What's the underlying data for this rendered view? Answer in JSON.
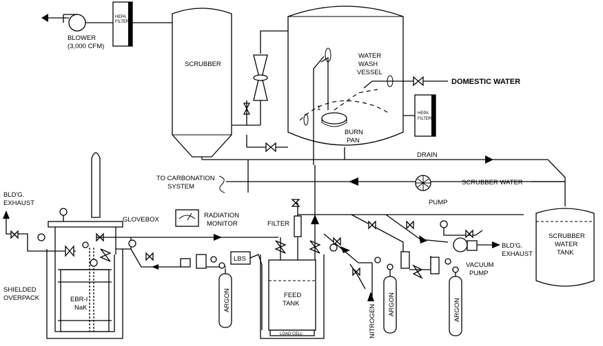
{
  "labels": {
    "blower": "BLOWER",
    "blower_cfm": "(3,000 CFM)",
    "hepa_top_1": "HEPA",
    "hepa_top_2": "FILTER",
    "scrubber": "SCRUBBER",
    "vessel_1": "WATER",
    "vessel_2": "WASH",
    "vessel_3": "VESSEL",
    "domestic_water": "DOMESTIC WATER",
    "hepa_right_1": "HEPA",
    "hepa_right_2": "FILTER",
    "burn_1": "BURN",
    "burn_2": "PAN",
    "drain": "DRAIN",
    "carbonation_1": "TO CARBONATION",
    "carbonation_2": "SYSTEM",
    "scrubber_water": "SCRUBBER WATER",
    "pump": "PUMP",
    "exhaust_left_1": "BLD'G.",
    "exhaust_left_2": "EXHAUST",
    "glovebox": "GLOVEBOX",
    "radiation_1": "RADIATION",
    "radiation_2": "MONITOR",
    "filter": "FILTER",
    "exhaust_right_1": "BLD'G.",
    "exhaust_right_2": "EXHAUST",
    "vacuum_1": "VACUUM",
    "vacuum_2": "PUMP",
    "tank_1": "SCRUBBER",
    "tank_2": "WATER",
    "tank_3": "TANK",
    "shielded_1": "SHIELDED",
    "shielded_2": "OVERPACK",
    "ebr_1": "EBR-I",
    "ebr_2": "NaK",
    "argon_1": "ARGON",
    "lbs": "LBS",
    "feed_1": "FEED",
    "feed_2": "TANK",
    "load_cell": "LOAD CELL",
    "nitrogen": "NITROGEN",
    "argon_2": "ARGON",
    "argon_3": "ARGON",
    "index_mark": "1"
  }
}
